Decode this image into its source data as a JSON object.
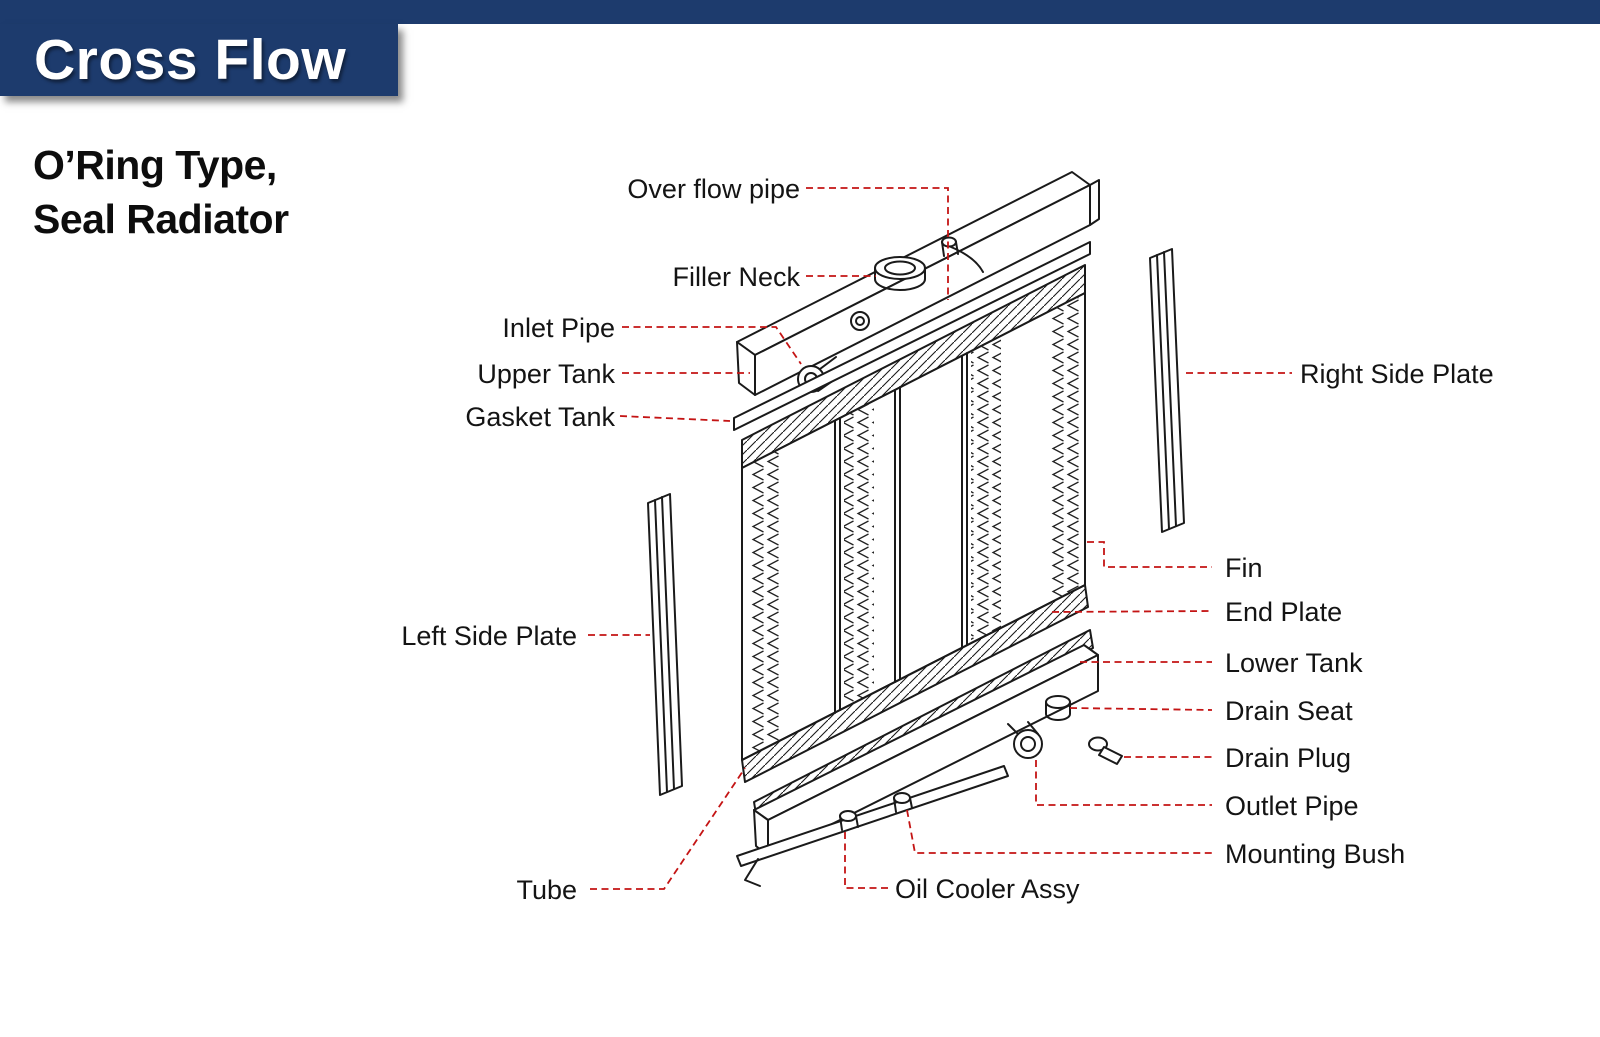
{
  "header": {
    "title": "Cross Flow"
  },
  "subtitle": {
    "line1": "O’Ring Type,",
    "line2": "Seal Radiator"
  },
  "colors": {
    "header_bg": "#1d3b6d",
    "leader_red": "#c41414",
    "ink": "#141414"
  },
  "diagram": {
    "labels": {
      "over_flow_pipe": "Over flow pipe",
      "filler_neck": "Filler Neck",
      "inlet_pipe": "Inlet Pipe",
      "upper_tank": "Upper Tank",
      "gasket_tank": "Gasket Tank",
      "right_side_plate": "Right Side Plate",
      "fin": "Fin",
      "end_plate": "End Plate",
      "lower_tank": "Lower Tank",
      "drain_seat": "Drain Seat",
      "drain_plug": "Drain Plug",
      "outlet_pipe": "Outlet Pipe",
      "mounting_bush": "Mounting Bush",
      "left_side_plate": "Left Side Plate",
      "tube": "Tube",
      "oil_cooler_assy": "Oil Cooler Assy"
    }
  }
}
